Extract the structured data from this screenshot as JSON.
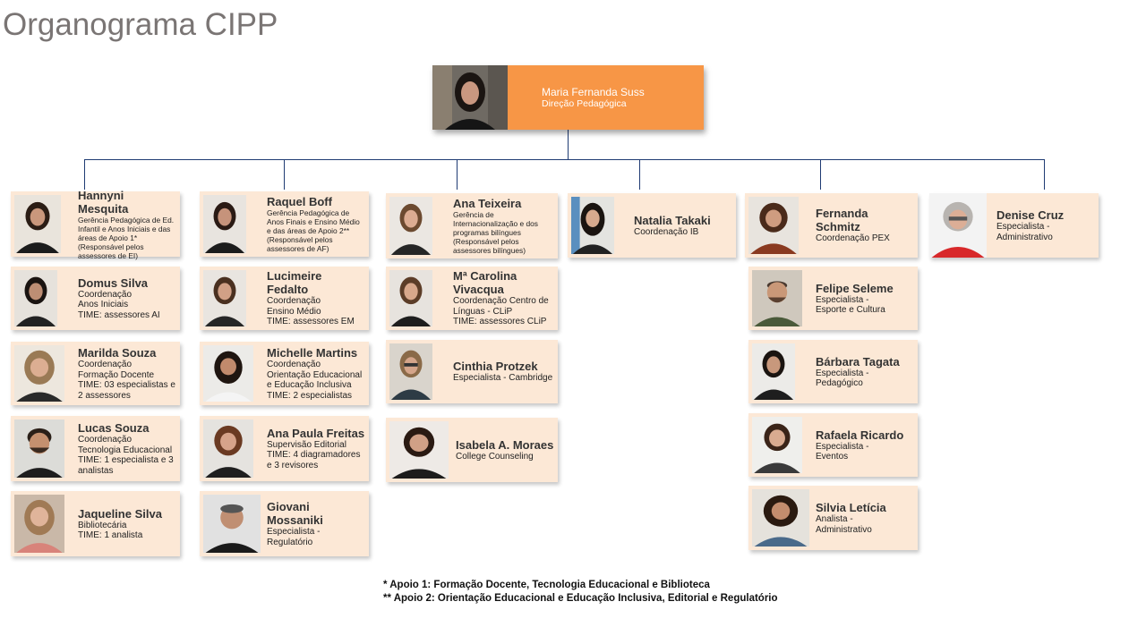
{
  "title": "Organograma CIPP",
  "director": {
    "name": "Maria Fernanda Suss",
    "role": "Direção Pedagógica"
  },
  "columns": [
    [
      {
        "name": "Hannyni Mesquita",
        "role": "Gerência Pedagógica  de Ed. Infantil e Anos Iniciais e das áreas de Apoio 1* (Responsável pelos assessores de EI)"
      },
      {
        "name": "Domus Silva",
        "role": "Coordenação\n Anos Iniciais\nTIME: assessores AI"
      },
      {
        "name": "Marilda Souza",
        "role": "Coordenação\n Formação Docente\nTIME: 03 especialistas e 2 assessores"
      },
      {
        "name": "Lucas Souza",
        "role": "Coordenação\n Tecnologia Educacional\nTIME: 1 especialista e 3 analistas"
      },
      {
        "name": "Jaqueline Silva",
        "role": "Bibliotecária\nTIME: 1 analista"
      }
    ],
    [
      {
        "name": "Raquel Boff",
        "role": "Gerência Pedagógica de Anos Finais e Ensino Médio  e das áreas de Apoio 2** (Responsável pelos assessores de AF)"
      },
      {
        "name": "Lucimeire Fedalto",
        "role": "Coordenação\nEnsino Médio\nTIME: assessores EM"
      },
      {
        "name": "Michelle Martins",
        "role": "Coordenação Orientação Educacional e Educação Inclusiva\nTIME: 2 especialistas"
      },
      {
        "name": "Ana Paula Freitas",
        "role": "Supervisão Editorial\nTIME: 4 diagramadores e 3 revisores"
      },
      {
        "name": "Giovani Mossaniki",
        "role": "Especialista - Regulatório"
      }
    ],
    [
      {
        "name": "Ana Teixeira",
        "role": "Gerência  de Internacionalização e dos programas bilíngues (Responsável pelos assessores bilíngues)"
      },
      {
        "name": "Mª Carolina Vivacqua",
        "role": "Coordenação Centro de Línguas - CLiP\nTIME: assessores CLiP"
      },
      {
        "name": "Cinthia Protzek",
        "role": "Especialista -  Cambridge"
      },
      {
        "name": "Isabela A. Moraes",
        "role": "College Counseling"
      }
    ],
    [
      {
        "name": "Natalia Takaki",
        "role": "Coordenação IB"
      }
    ],
    [
      {
        "name": "Fernanda Schmitz",
        "role": "Coordenação PEX"
      },
      {
        "name": "Felipe Seleme",
        "role": "Especialista -\nEsporte e Cultura"
      },
      {
        "name": "Bárbara Tagata",
        "role": "Especialista -\nPedagógico"
      },
      {
        "name": "Rafaela Ricardo",
        "role": "Especialista -\nEventos"
      },
      {
        "name": "Silvia Letícia",
        "role": "Analista -\nAdministrativo"
      }
    ],
    [
      {
        "name": "Denise Cruz",
        "role": "Especialista -\nAdministrativo"
      }
    ]
  ],
  "footnotes": [
    "*   Apoio 1: Formação Docente, Tecnologia Educacional e Biblioteca",
    "** Apoio 2: Orientação Educacional e Educação Inclusiva, Editorial e Regulatório"
  ]
}
